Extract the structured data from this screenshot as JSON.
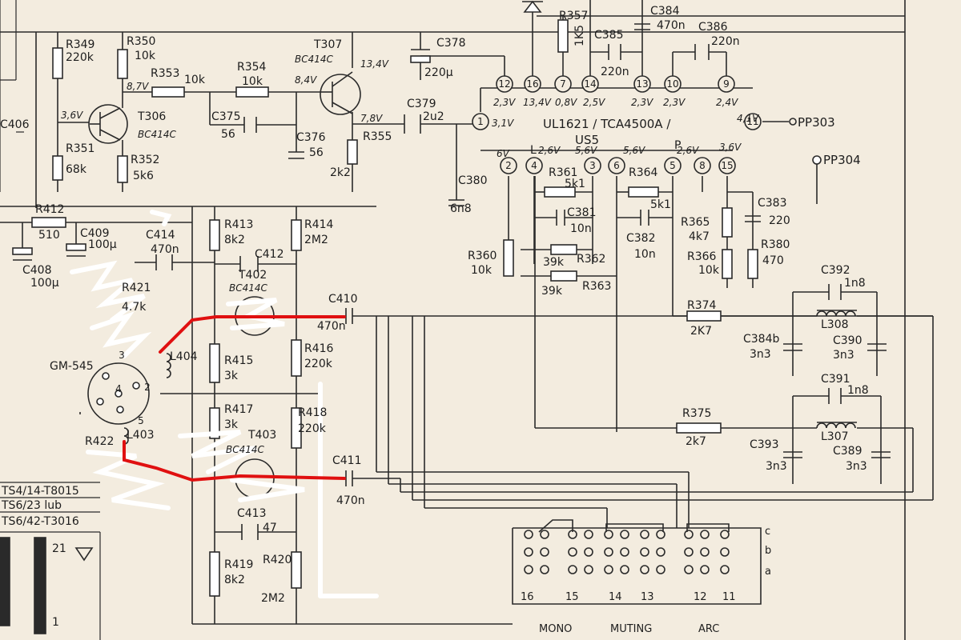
{
  "ic": {
    "name": "UL1621 / TCA4500A / US5",
    "part": "UL1621 / TCA4500A /",
    "sub": "US5"
  },
  "test_points": [
    "PP303",
    "PP304"
  ],
  "transistors": [
    {
      "ref": "T306",
      "type": "BC414C"
    },
    {
      "ref": "T307",
      "type": "BC414C"
    },
    {
      "ref": "T402",
      "type": "BC414C"
    },
    {
      "ref": "T403",
      "type": "BC414C"
    }
  ],
  "resistors": [
    {
      "ref": "R349",
      "value": "220k"
    },
    {
      "ref": "R350",
      "value": "10k"
    },
    {
      "ref": "R351",
      "value": "68k"
    },
    {
      "ref": "R352",
      "value": "5k6"
    },
    {
      "ref": "R353",
      "value": "10k"
    },
    {
      "ref": "R354",
      "value": "10k"
    },
    {
      "ref": "R355",
      "value": "2k2"
    },
    {
      "ref": "R357",
      "value": "1K5"
    },
    {
      "ref": "R360",
      "value": "10k"
    },
    {
      "ref": "R361",
      "value": "5k1"
    },
    {
      "ref": "R362",
      "value": "39k"
    },
    {
      "ref": "R363",
      "value": "39k"
    },
    {
      "ref": "R364",
      "value": "5k1"
    },
    {
      "ref": "R365",
      "value": "4k7"
    },
    {
      "ref": "R366",
      "value": "10k"
    },
    {
      "ref": "R380",
      "value": "470"
    },
    {
      "ref": "R374",
      "value": "2K7"
    },
    {
      "ref": "R375",
      "value": "2k7"
    },
    {
      "ref": "R412",
      "value": "510"
    },
    {
      "ref": "R413",
      "value": "8k2"
    },
    {
      "ref": "R414",
      "value": "2M2"
    },
    {
      "ref": "R415",
      "value": "3k"
    },
    {
      "ref": "R416",
      "value": "220k"
    },
    {
      "ref": "R417",
      "value": "3k"
    },
    {
      "ref": "R418",
      "value": "220k"
    },
    {
      "ref": "R419",
      "value": "8k2"
    },
    {
      "ref": "R420",
      "value": "2M2"
    },
    {
      "ref": "R421",
      "value": "4.7k"
    },
    {
      "ref": "R422",
      "value": ""
    }
  ],
  "capacitors": [
    {
      "ref": "C375",
      "value": "56"
    },
    {
      "ref": "C376",
      "value": "56"
    },
    {
      "ref": "C378",
      "value": "220µ"
    },
    {
      "ref": "C379",
      "value": "2u2"
    },
    {
      "ref": "C380",
      "value": "6n8"
    },
    {
      "ref": "C381",
      "value": "10n"
    },
    {
      "ref": "C382",
      "value": "10n"
    },
    {
      "ref": "C383",
      "value": "220"
    },
    {
      "ref": "C384",
      "value": "470n"
    },
    {
      "ref": "C385",
      "value": "220n"
    },
    {
      "ref": "C386",
      "value": "220n"
    },
    {
      "ref": "C384b",
      "value": "3n3"
    },
    {
      "ref": "C390",
      "value": "3n3"
    },
    {
      "ref": "C391",
      "value": "1n8"
    },
    {
      "ref": "C392",
      "value": "1n8"
    },
    {
      "ref": "C393",
      "value": "3n3"
    },
    {
      "ref": "C389",
      "value": "3n3"
    },
    {
      "ref": "C406",
      "value": ""
    },
    {
      "ref": "C408",
      "value": "100µ"
    },
    {
      "ref": "C409",
      "value": "100µ"
    },
    {
      "ref": "C410",
      "value": "470n"
    },
    {
      "ref": "C411",
      "value": "470n"
    },
    {
      "ref": "C412",
      "value": ""
    },
    {
      "ref": "C413",
      "value": "47"
    },
    {
      "ref": "C414",
      "value": "470n"
    }
  ],
  "inductors": [
    {
      "ref": "L307"
    },
    {
      "ref": "L308"
    },
    {
      "ref": "L403"
    },
    {
      "ref": "L404"
    }
  ],
  "connector": {
    "ref": "GM-545"
  },
  "voltages": {
    "t307_c": "13,4V",
    "t307_b": "8,4V",
    "t307_e": "7,8V",
    "t306_c": "8,7V",
    "t306_b": "3,6V",
    "pin12": "2,3V",
    "pin16": "13,4V",
    "pin7": "0,8V",
    "pin14": "2,5V",
    "pin13": "2,3V",
    "pin10": "2,3V",
    "pin9": "2,4V",
    "pin1": "3,1V",
    "pin11": "4,1V",
    "pin2": "6V",
    "pin4": "2,6V",
    "pin3": "5,6V",
    "pin6": "5,6V",
    "pin5": "2,6V",
    "pin15": "3,6V"
  },
  "switch_bank": {
    "groups": [
      "MONO",
      "MUTING",
      "ARC"
    ],
    "pins": [
      "16",
      "15",
      "14",
      "13",
      "12",
      "11"
    ],
    "rows": [
      "c",
      "b",
      "a"
    ]
  },
  "transformer_labels": [
    "TS4/14-T8015",
    "TS6/23 lub",
    "TS6/42-T3016"
  ],
  "misc": {
    "p": "P",
    "l": "L",
    "n21": "21",
    "n1": "1",
    "pin2": "2",
    "pin3": "3",
    "pin4": "4",
    "pin5": "5"
  }
}
